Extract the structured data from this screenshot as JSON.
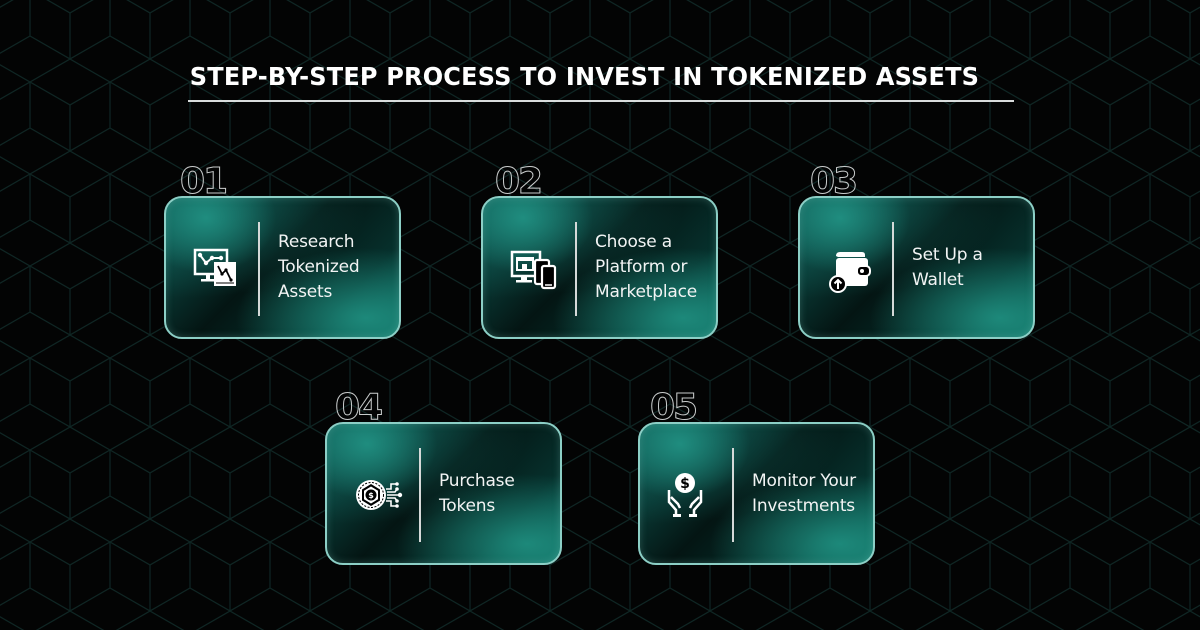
{
  "title": "STEP-BY-STEP PROCESS TO INVEST IN TOKENIZED ASSETS",
  "colors": {
    "background": "#030404",
    "accent": "#1a8a7c",
    "card_border": "#8ccfc6",
    "text": "#ffffff"
  },
  "steps": [
    {
      "number": "01",
      "label": "Research Tokenized Assets",
      "icon": "analytics-monitor-icon"
    },
    {
      "number": "02",
      "label": "Choose a Platform or Marketplace",
      "icon": "devices-storefront-icon"
    },
    {
      "number": "03",
      "label": "Set Up a Wallet",
      "icon": "wallet-upload-icon"
    },
    {
      "number": "04",
      "label": "Purchase Tokens",
      "icon": "digital-coin-circuit-icon"
    },
    {
      "number": "05",
      "label": "Monitor Your Investments",
      "icon": "hands-dollar-coin-icon"
    }
  ]
}
